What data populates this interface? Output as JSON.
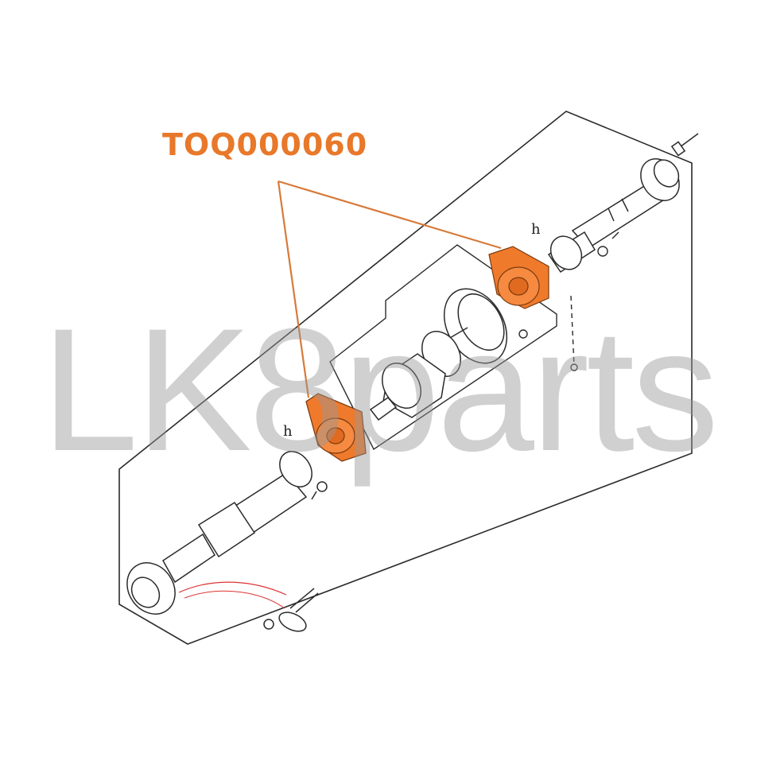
{
  "part_number": "TOQ000060",
  "watermark": "LK8parts",
  "callout_mark": "h",
  "colors": {
    "highlight": "#f07a2c",
    "callout": "#e8782a",
    "line": "#2a2a2a",
    "watermark": "#969696"
  }
}
